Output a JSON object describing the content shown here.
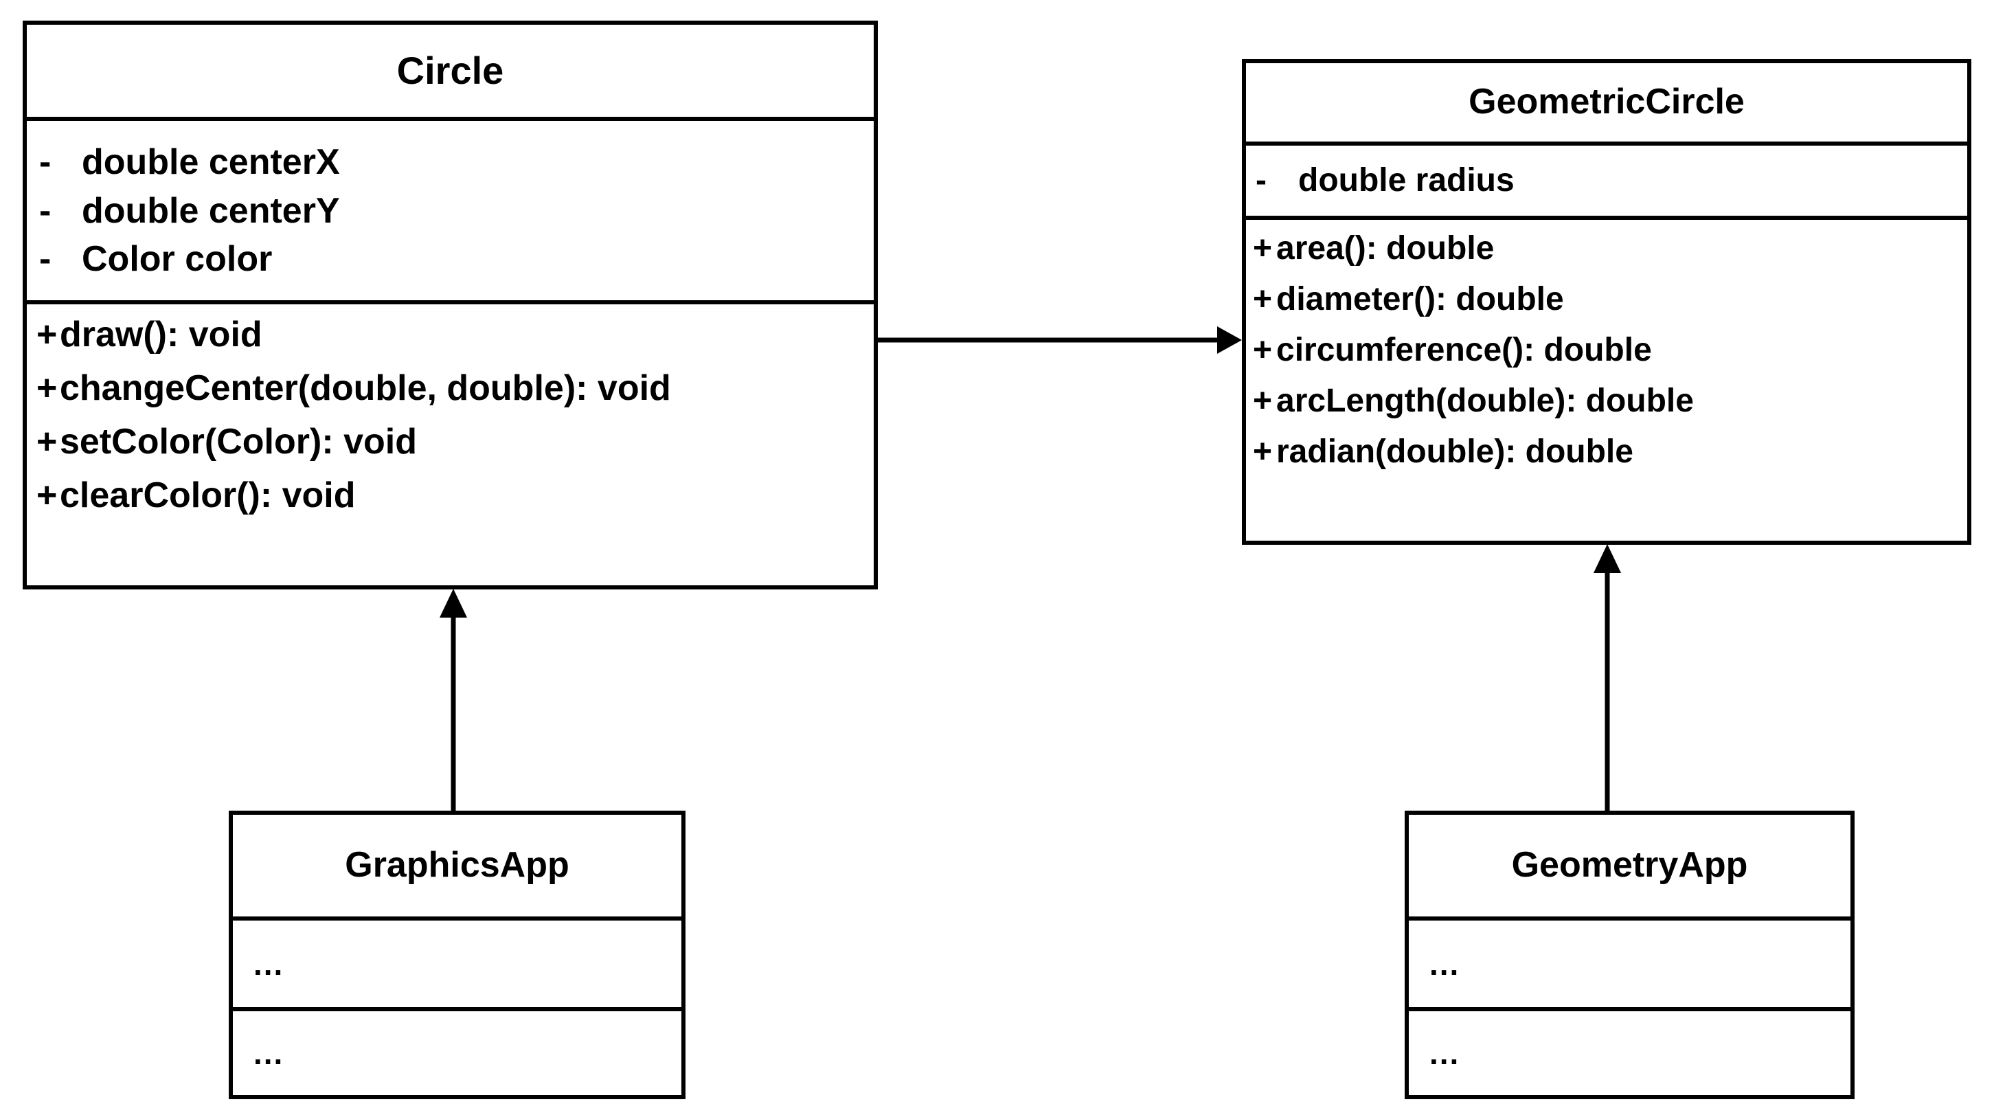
{
  "diagram": {
    "type": "uml-class-diagram",
    "background_color": "#ffffff",
    "line_color": "#000000",
    "text_color": "#000000"
  },
  "classes": {
    "circle": {
      "name": "Circle",
      "attributes": [
        {
          "visibility": "-",
          "text": "double centerX"
        },
        {
          "visibility": "-",
          "text": "double centerY"
        },
        {
          "visibility": "-",
          "text": "Color color"
        }
      ],
      "methods": [
        {
          "visibility": "+",
          "text": "draw(): void"
        },
        {
          "visibility": "+",
          "text": "changeCenter(double, double): void"
        },
        {
          "visibility": "+",
          "text": "setColor(Color): void"
        },
        {
          "visibility": "+",
          "text": "clearColor(): void"
        }
      ]
    },
    "geometric_circle": {
      "name": "GeometricCircle",
      "attributes": [
        {
          "visibility": "-",
          "text": "double radius"
        }
      ],
      "methods": [
        {
          "visibility": "+",
          "text": "area(): double"
        },
        {
          "visibility": "+",
          "text": "diameter(): double"
        },
        {
          "visibility": "+",
          "text": "circumference(): double"
        },
        {
          "visibility": "+",
          "text": "arcLength(double): double"
        },
        {
          "visibility": "+",
          "text": "radian(double): double"
        }
      ]
    },
    "graphics_app": {
      "name": "GraphicsApp",
      "attributes_placeholder": "...",
      "methods_placeholder": "..."
    },
    "geometry_app": {
      "name": "GeometryApp",
      "attributes_placeholder": "...",
      "methods_placeholder": "..."
    }
  },
  "relationships": [
    {
      "id": "circle-to-geometriccircle",
      "from": "Circle",
      "to": "GeometricCircle",
      "style": "solid-line-open-arrow",
      "direction": "horizontal-right"
    },
    {
      "id": "graphicsapp-to-circle",
      "from": "GraphicsApp",
      "to": "Circle",
      "style": "solid-line-solid-arrow",
      "direction": "vertical-up"
    },
    {
      "id": "geometryapp-to-geometriccircle",
      "from": "GeometryApp",
      "to": "GeometricCircle",
      "style": "solid-line-solid-arrow",
      "direction": "vertical-up"
    }
  ]
}
